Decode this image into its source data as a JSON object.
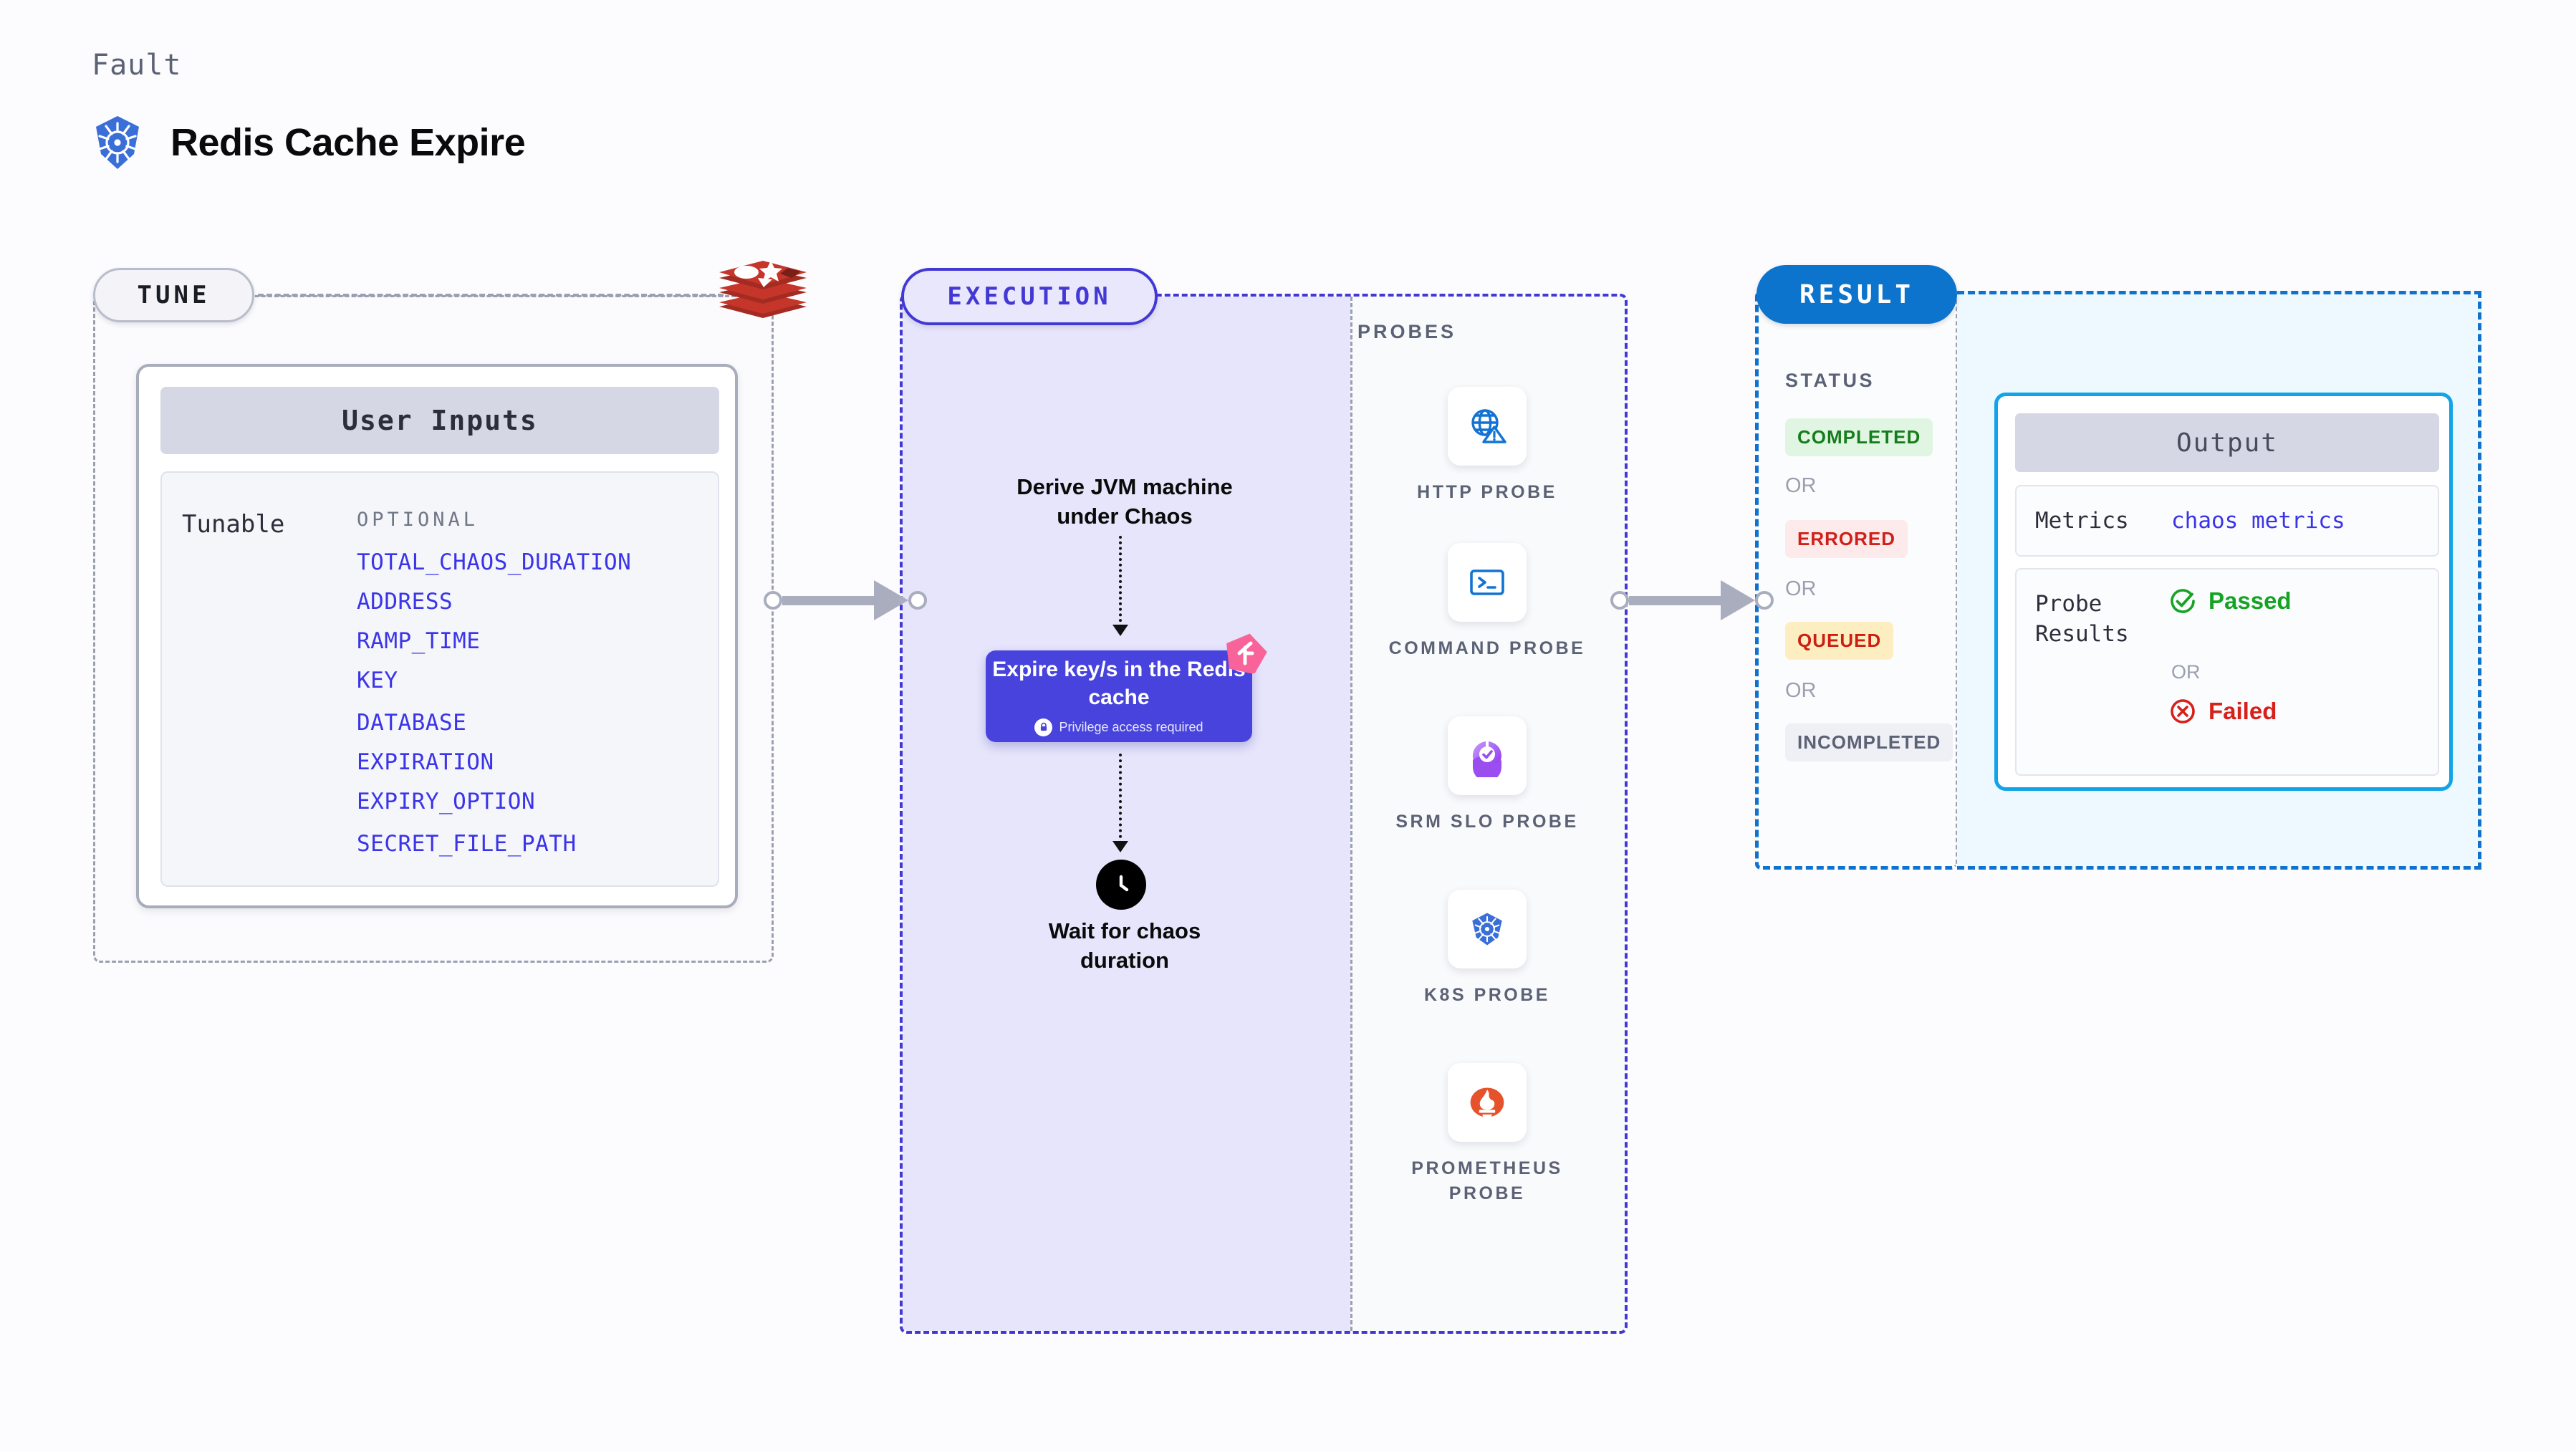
{
  "header": {
    "eyebrow": "Fault",
    "title": "Redis Cache Expire",
    "logo_icon": "kubernetes-icon"
  },
  "tune": {
    "pill_label": "TUNE",
    "source_icon": "redis-logo-icon",
    "card": {
      "heading": "User Inputs",
      "row_label": "Tunable",
      "group_label": "OPTIONAL",
      "optional_params": [
        "TOTAL_CHAOS_DURATION",
        "ADDRESS",
        "RAMP_TIME",
        "KEY",
        "DATABASE",
        "EXPIRATION",
        "EXPIRY_OPTION",
        "SECRET_FILE_PATH"
      ]
    }
  },
  "execution": {
    "pill_label": "EXECUTION",
    "step_1": "Derive JVM machine under Chaos",
    "action": {
      "title": "Expire key/s in the Redis cache",
      "note": "Privilege access required",
      "note_icon": "lock-icon",
      "corner_icon": "litmus-chaos-icon",
      "color": "#4843DD"
    },
    "step_2": "Wait for chaos duration",
    "step_2_icon": "clock-icon"
  },
  "probes": {
    "title": "PROBES",
    "items": [
      {
        "name": "HTTP PROBE",
        "icon": "globe-warning-icon",
        "color": "#1273d4"
      },
      {
        "name": "COMMAND PROBE",
        "icon": "terminal-icon",
        "color": "#1273d4"
      },
      {
        "name": "SRM SLO PROBE",
        "icon": "srm-slo-icon",
        "color": "#9a4ef0"
      },
      {
        "name": "K8S PROBE",
        "icon": "kubernetes-icon",
        "color": "#3a6fd8"
      },
      {
        "name": "PROMETHEUS PROBE",
        "icon": "prometheus-icon",
        "color": "#e6522c"
      }
    ]
  },
  "result": {
    "pill_label": "RESULT",
    "status_label": "STATUS",
    "or_label": "OR",
    "statuses": [
      {
        "label": "COMPLETED",
        "color": "#167d1c",
        "bg": "#e1f6e2"
      },
      {
        "label": "ERRORED",
        "color": "#d0201a",
        "bg": "#fdeaea"
      },
      {
        "label": "QUEUED",
        "color": "#cc1f12",
        "bg": "#fdeec2"
      },
      {
        "label": "INCOMPLETED",
        "color": "#5c6275",
        "bg": "#eff0f5"
      }
    ],
    "output": {
      "heading": "Output",
      "metrics_key": "Metrics",
      "metrics_value": "chaos metrics",
      "probe_results_key": "Probe Results",
      "passed_label": "Passed",
      "passed_icon": "check-circle-icon",
      "passed_color": "#16a324",
      "or_label": "OR",
      "failed_label": "Failed",
      "failed_icon": "x-circle-icon",
      "failed_color": "#d8201a"
    }
  }
}
